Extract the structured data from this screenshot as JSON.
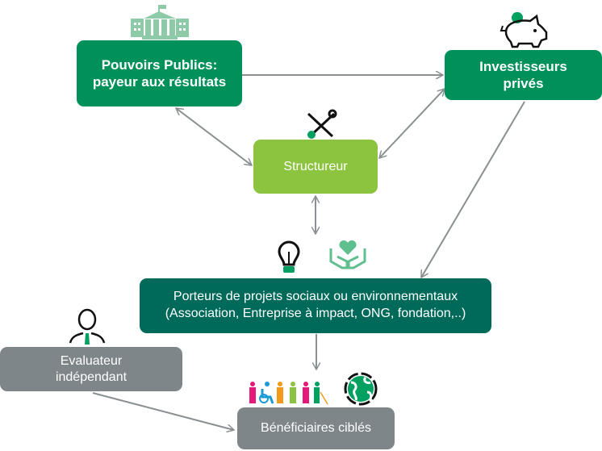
{
  "nodes": {
    "pouvoirs_publics": "Pouvoirs Publics: payeur aux résultats",
    "investisseurs": "Investisseurs privés",
    "structureur": "Structureur",
    "porteurs": "Porteurs de projets sociaux ou environnementaux (Association, Entreprise à impact, ONG, fondation,..)",
    "evaluateur": "Evaluateur indépendant",
    "beneficiaires": "Bénéficiaires ciblés"
  },
  "colors": {
    "primary_green": "#00905a",
    "lime": "#8cc43f",
    "teal": "#006a5a",
    "gray": "#7e868a",
    "arrow": "#8a8f92"
  },
  "icons": [
    "government-building-icon",
    "piggy-bank-icon",
    "tools-icon",
    "lightbulb-icon",
    "heart-hands-icon",
    "person-icon",
    "people-icon",
    "globe-icon"
  ]
}
